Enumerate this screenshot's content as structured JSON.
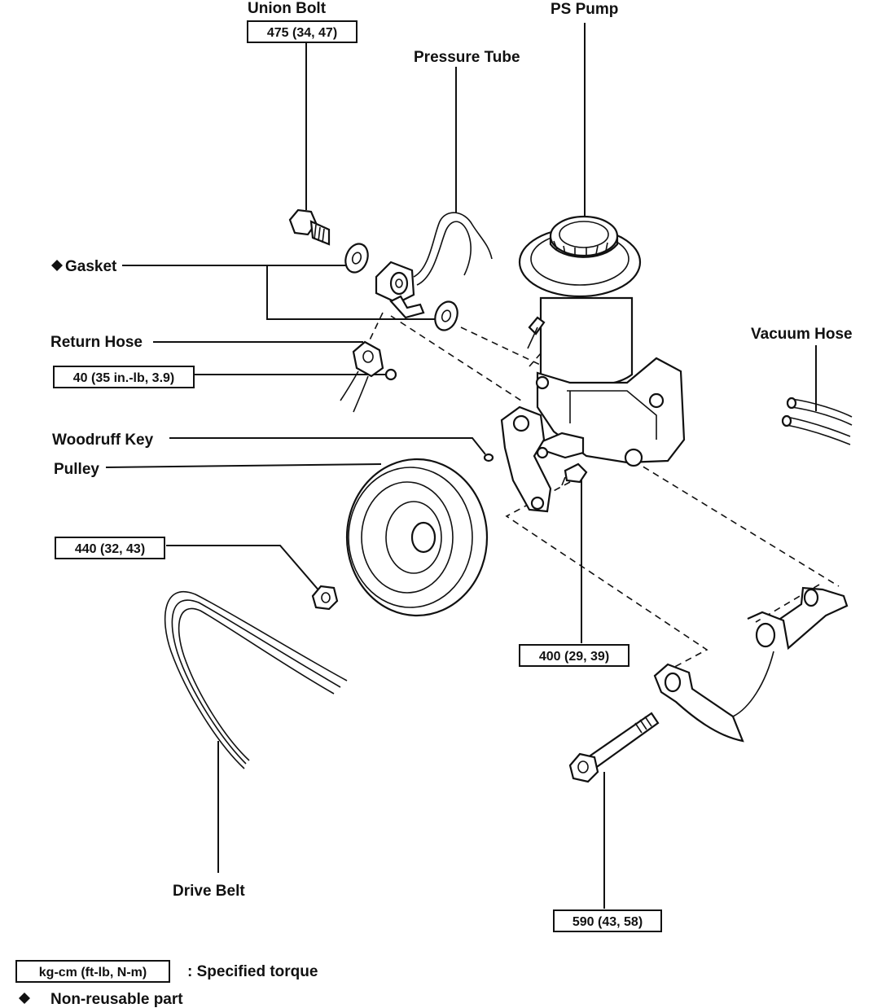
{
  "labels": {
    "union_bolt": "Union Bolt",
    "ps_pump": "PS Pump",
    "pressure_tube": "Pressure Tube",
    "gasket": "Gasket",
    "return_hose": "Return Hose",
    "vacuum_hose": "Vacuum Hose",
    "woodruff_key": "Woodruff Key",
    "pulley": "Pulley",
    "drive_belt": "Drive Belt"
  },
  "torques": {
    "union_bolt": "475 (34, 47)",
    "return_hose": "40 (35 in.-lb, 3.9)",
    "pulley_nut": "440 (32, 43)",
    "bracket_bolt": "400 (29, 39)",
    "adjusting_bolt": "590 (43, 58)"
  },
  "legend": {
    "torque_key": "kg-cm (ft-lb, N-m)",
    "torque_desc": ":  Specified torque",
    "nonreusable_desc": "Non-reusable part"
  },
  "icons": {
    "non_reusable_marker": "diamond-icon"
  }
}
